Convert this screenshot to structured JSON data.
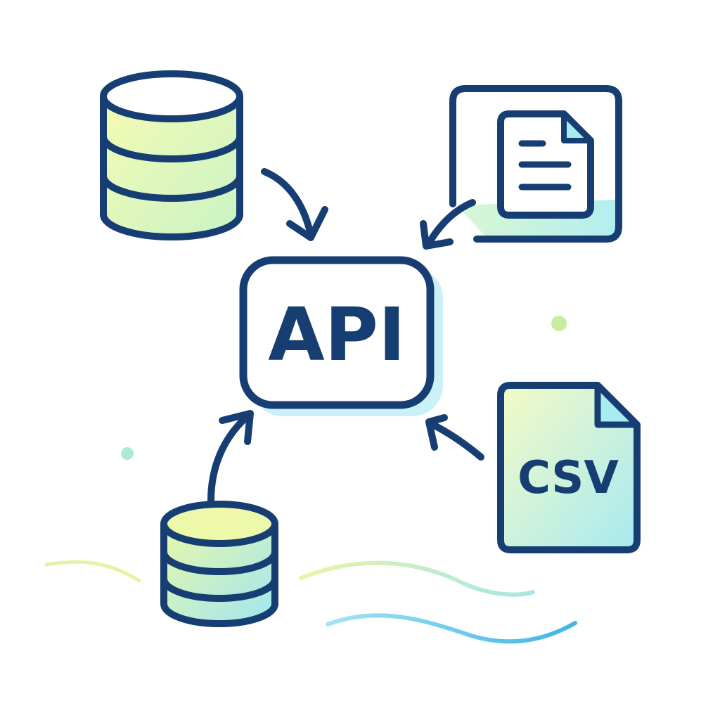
{
  "diagram": {
    "hub": {
      "label": "API"
    },
    "nodes": [
      {
        "kind": "database",
        "icon": "database-icon"
      },
      {
        "kind": "document",
        "icon": "document-icon"
      },
      {
        "kind": "csv-file",
        "icon": "csv-file-icon",
        "label": "CSV"
      },
      {
        "kind": "database",
        "icon": "database-icon"
      }
    ],
    "edges": [
      {
        "from": "database-top",
        "to": "api"
      },
      {
        "from": "document",
        "to": "api"
      },
      {
        "from": "csv-file",
        "to": "api"
      },
      {
        "from": "database-bottom",
        "to": "api"
      }
    ]
  },
  "colors": {
    "stroke": "#163e73",
    "fill_yellow": "#f3fbb0",
    "fill_cyan": "#a9ecf0",
    "fill_green": "#d6f5b3",
    "dot_green": "#c6eea0",
    "dot_teal": "#aee8d8",
    "wave_yellow": "#e6f3a4",
    "wave_blue": "#59c4e8",
    "hub_shadow": "#c9f1f7",
    "background": "#ffffff"
  }
}
